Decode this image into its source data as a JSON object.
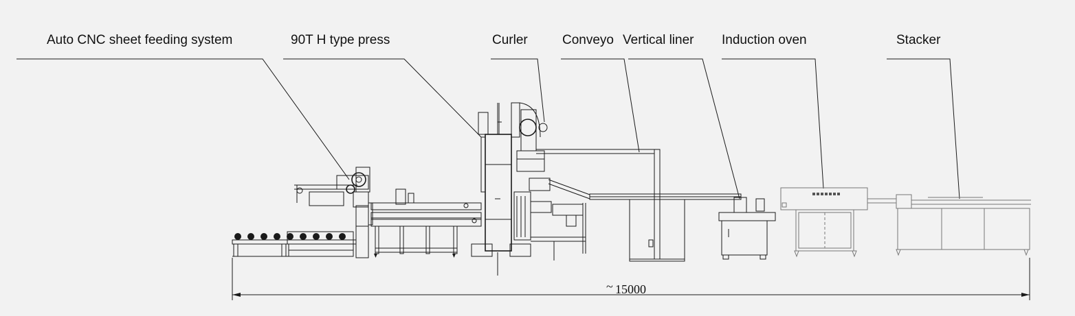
{
  "labels": {
    "feeder": "Auto CNC sheet feeding system",
    "press": "90T H type press",
    "curler": "Curler",
    "conveyor": "Conveyo",
    "liner": "Vertical liner",
    "oven": "Induction oven",
    "stacker": "Stacker"
  },
  "dimension": {
    "tilde": "~",
    "value": "15000"
  }
}
